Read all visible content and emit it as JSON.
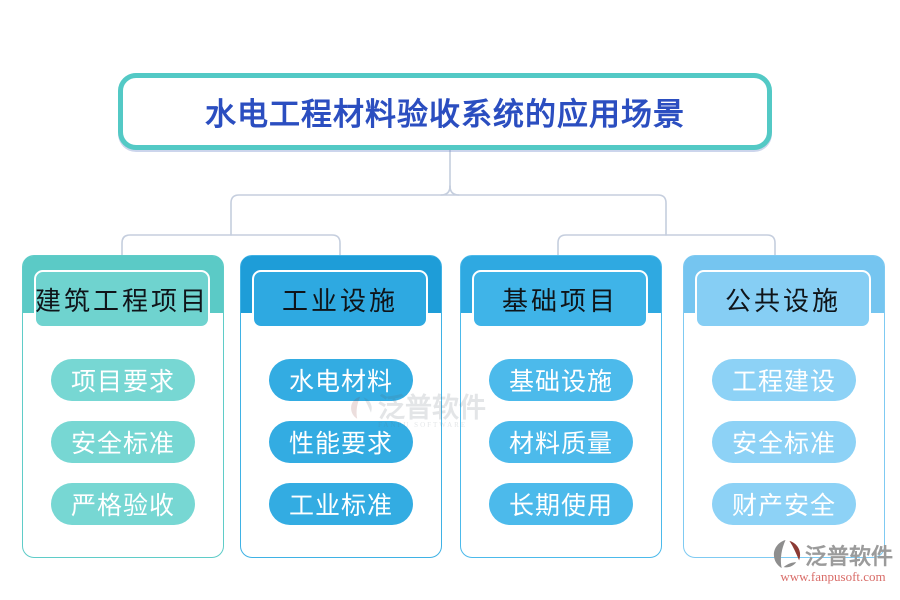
{
  "title": "水电工程材料验收系统的应用场景",
  "columns": [
    {
      "header": "建筑工程项目",
      "items": [
        "项目要求",
        "安全标准",
        "严格验收"
      ],
      "colors": {
        "band": "#5BCAC6",
        "box": "#6FD3CF",
        "pill": "#77D7D3",
        "border": "#5FCCC8"
      }
    },
    {
      "header": "工业设施",
      "items": [
        "水电材料",
        "性能要求",
        "工业标准"
      ],
      "colors": {
        "band": "#1E9DD8",
        "box": "#2EA9E1",
        "pill": "#33ACE2",
        "border": "#3FB2E5"
      }
    },
    {
      "header": "基础项目",
      "items": [
        "基础设施",
        "材料质量",
        "长期使用"
      ],
      "colors": {
        "band": "#2FA9E1",
        "box": "#3FB4E8",
        "pill": "#4CBAEB",
        "border": "#4CBAEB"
      }
    },
    {
      "header": "公共设施",
      "items": [
        "工程建设",
        "安全标准",
        "财产安全"
      ],
      "colors": {
        "band": "#75C5F0",
        "box": "#86CEF4",
        "pill": "#8DD2F6",
        "border": "#7FCAF2"
      }
    }
  ],
  "watermark": {
    "text": "泛普软件",
    "caption": "FANPU SOFTWARE"
  },
  "logo": {
    "name": "泛普软件",
    "url": "www.fanpusoft.com"
  },
  "palette": {
    "connector": "#C5CEDE",
    "title_border": "#53C9C5",
    "title_text": "#2B4EC0",
    "header_text": "#0F1419",
    "pill_text": "#FFFFFF",
    "logo_gray": "#9B9B9B",
    "logo_red": "#D96C68",
    "logo_icon_red": "#8C3A34",
    "logo_icon_gray": "#8E8E8E"
  }
}
